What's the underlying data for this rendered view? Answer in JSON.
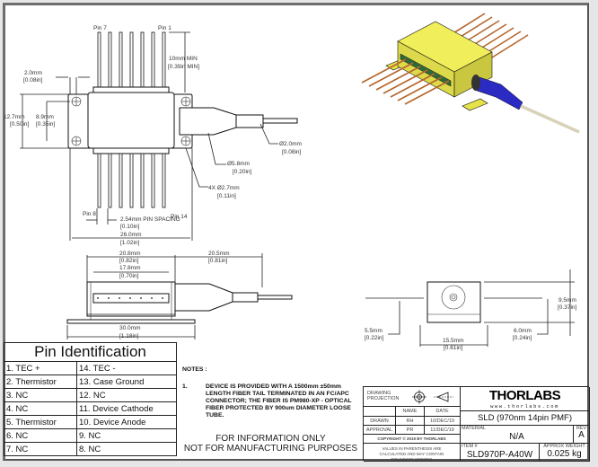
{
  "drawing": {
    "top_view": {
      "pin_labels": {
        "pin7": "Pin 7",
        "pin1": "Pin 1",
        "pin8": "Pin 8",
        "pin14": "Pin 14"
      },
      "dims": {
        "pin_length": [
          "10mm MIN",
          "[0.39in MIN]"
        ],
        "tab_width": [
          "2.0mm",
          "[0.08in]"
        ],
        "total_height": [
          "12.7mm",
          "[0.50in]"
        ],
        "hole_spacing": [
          "8.9mm",
          "[0.35in]"
        ],
        "fiber_diameter": [
          "Ø2.0mm",
          "[0.08in]"
        ],
        "boot_diameter": [
          "Ø5.8mm",
          "[0.20in]"
        ],
        "hole_diameter": [
          "4X Ø2.7mm",
          "[0.11in]"
        ],
        "pin_spacing": [
          "2.54mm PIN SPACING",
          "[0.10in]"
        ],
        "overall_width": [
          "26.0mm",
          "[1.02in]"
        ]
      }
    },
    "side_view": {
      "dims": {
        "body_width": [
          "20.8mm",
          "[0.82in]"
        ],
        "pin_row": [
          "17.8mm",
          "[0.70in]"
        ],
        "boot_length": [
          "20.5mm",
          "[0.81in]"
        ],
        "flange_width": [
          "30.0mm",
          "[1.18in]"
        ]
      }
    },
    "end_view": {
      "dims": {
        "body_height": [
          "9.5mm",
          "[0.37in]"
        ],
        "pin_height_left": [
          "5.5mm",
          "[0.22in]"
        ],
        "pin_height_right": [
          "6.0mm",
          "[0.24in]"
        ],
        "body_width": [
          "15.5mm",
          "[0.61in]"
        ]
      }
    },
    "iso_view": {
      "colors": {
        "body": "#f0ee5a",
        "pins": "#b5652a",
        "board": "#2f6b3a",
        "boot": "#2b2bc4",
        "fiber": "#d8d2b8"
      }
    }
  },
  "pin_identification": {
    "title": "Pin Identification",
    "rows": [
      [
        "1. TEC +",
        "14. TEC -"
      ],
      [
        "2. Thermistor",
        "13. Case Ground"
      ],
      [
        "3. NC",
        "12. NC"
      ],
      [
        "4. NC",
        "11. Device Cathode"
      ],
      [
        "5. Thermistor",
        "10. Device Anode"
      ],
      [
        "6. NC",
        "9. NC"
      ],
      [
        "7. NC",
        "8. NC"
      ]
    ]
  },
  "notes": {
    "heading": "NOTES :",
    "items": [
      {
        "num": "1.",
        "text": "DEVICE IS PROVIDED WITH A 1500mm ±50mm LENGTH FIBER TAIL TERMINATED IN AN FC/APC CONNECTOR; THE FIBER IS PM980-XP - OPTICAL FIBER PROTECTED BY 900um DIAMETER LOOSE TUBE."
      }
    ],
    "disclaimer_line1": "FOR INFORMATION ONLY",
    "disclaimer_line2": "NOT FOR MANUFACTURING PURPOSES"
  },
  "title_block": {
    "projection_label": "DRAWING PROJECTION",
    "headers": {
      "name": "NAME",
      "date": "DATE"
    },
    "drawn": {
      "label": "DRAWN",
      "name": "RH",
      "date": "10/DEC/19"
    },
    "approval": {
      "label": "APPROVAL",
      "name": "PR",
      "date": "11/DEC/19"
    },
    "copyright": "COPYRIGHT © 2019 BY THORLABS",
    "values_note": "VALUES IN PARENTHESIS ARE CALCULATED AND MAY CONTAIN ROUNDOFF ERRORS",
    "logo": "THORLABS",
    "website": "www.thorlabs.com",
    "description": "SLD (970nm 14pin PMF)",
    "material_label": "MATERIAL",
    "material": "N/A",
    "rev_label": "REV",
    "rev": "A",
    "item_label": "ITEM #",
    "item": "SLD970P-A40W",
    "weight_label": "APPROX WEIGHT",
    "weight": "0.025 kg"
  }
}
